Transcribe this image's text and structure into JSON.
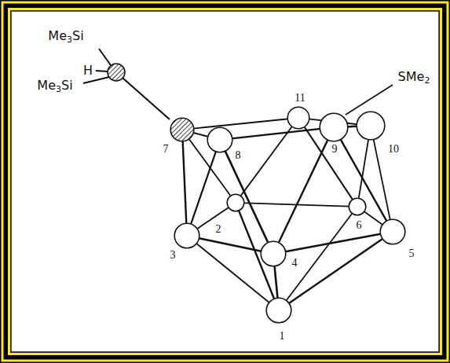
{
  "diagram": {
    "nodes": [
      {
        "text": [
          "1"
        ]
      },
      {
        "text": [
          "2"
        ]
      },
      {
        "text": [
          "3"
        ]
      },
      {
        "text": [
          "4"
        ]
      },
      {
        "text": [
          "5"
        ]
      },
      {
        "text": [
          "6"
        ]
      },
      {
        "text": [
          "7"
        ]
      },
      {
        "text": [
          "8"
        ]
      },
      {
        "text": [
          "9"
        ]
      },
      {
        "text": [
          "10"
        ]
      },
      {
        "text": [
          "11"
        ]
      }
    ],
    "edges": [
      {
        "from": 0,
        "to": 1,
        "arrow": "none"
      },
      {
        "from": 0,
        "to": 2,
        "arrow": "none"
      },
      {
        "from": 0,
        "to": 3,
        "arrow": "none"
      },
      {
        "from": 0,
        "to": 4,
        "arrow": "none"
      },
      {
        "from": 0,
        "to": 5,
        "arrow": "none"
      },
      {
        "from": 1,
        "to": 2,
        "arrow": "none"
      },
      {
        "from": 2,
        "to": 3,
        "arrow": "none"
      },
      {
        "from": 3,
        "to": 4,
        "arrow": "none"
      },
      {
        "from": 4,
        "to": 5,
        "arrow": "none"
      },
      {
        "from": 5,
        "to": 1,
        "arrow": "none"
      },
      {
        "from": 6,
        "to": 7,
        "arrow": "none"
      },
      {
        "from": 7,
        "to": 8,
        "arrow": "none"
      },
      {
        "from": 8,
        "to": 9,
        "arrow": "none"
      },
      {
        "from": 9,
        "to": 10,
        "arrow": "none"
      },
      {
        "from": 10,
        "to": 6,
        "arrow": "none"
      },
      {
        "from": 6,
        "to": 1,
        "arrow": "none"
      },
      {
        "from": 6,
        "to": 2,
        "arrow": "none"
      },
      {
        "from": 7,
        "to": 2,
        "arrow": "none"
      },
      {
        "from": 7,
        "to": 3,
        "arrow": "none"
      },
      {
        "from": 8,
        "to": 3,
        "arrow": "none"
      },
      {
        "from": 8,
        "to": 4,
        "arrow": "none"
      },
      {
        "from": 9,
        "to": 4,
        "arrow": "none"
      },
      {
        "from": 9,
        "to": 5,
        "arrow": "none"
      },
      {
        "from": 10,
        "to": 5,
        "arrow": "none"
      },
      {
        "from": 10,
        "to": 1,
        "arrow": "none"
      }
    ],
    "labels": [
      "Me3Si",
      "H",
      "Me3Si",
      "SMe2"
    ]
  }
}
